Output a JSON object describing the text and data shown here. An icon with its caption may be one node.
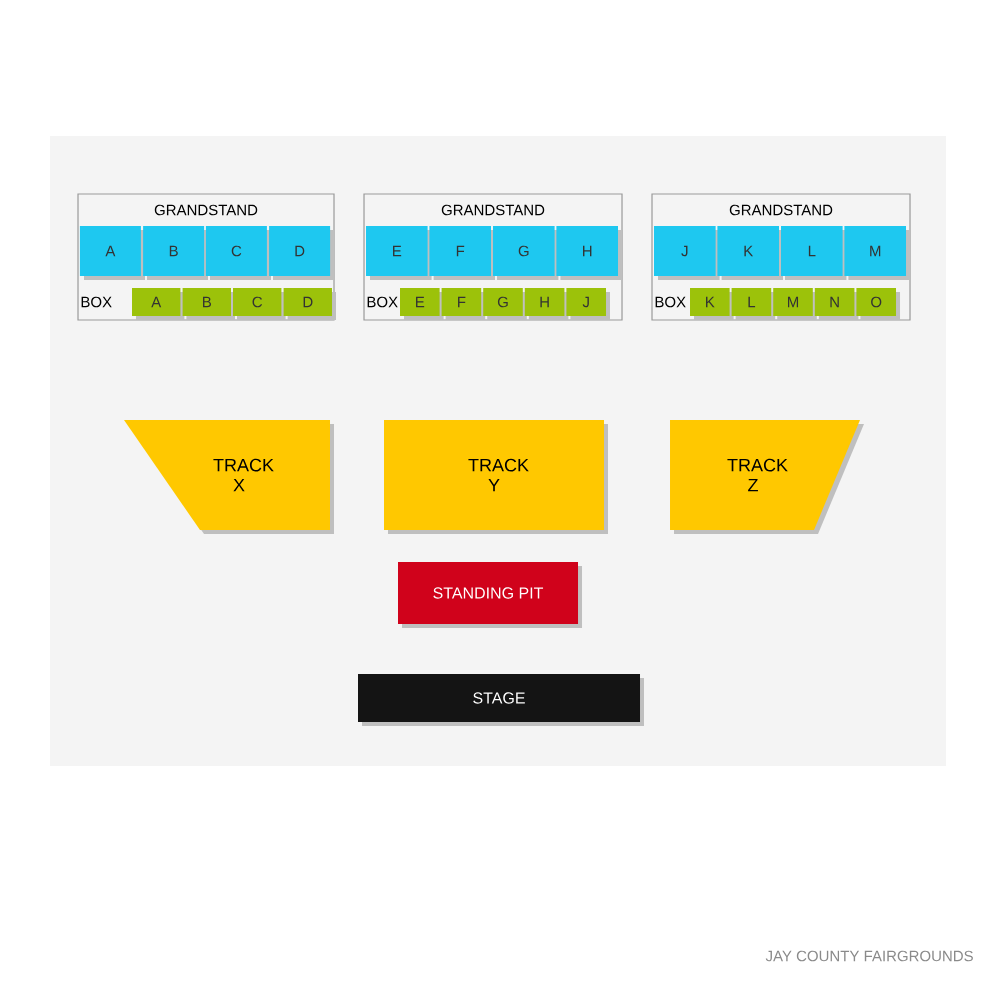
{
  "diagram": {
    "nodes": [
      {
        "text": [
          "GRANDSTAND",
          "BOX"
        ]
      },
      {
        "text": [
          "A"
        ],
        "in": 0
      },
      {
        "text": [
          "B"
        ],
        "in": 0
      },
      {
        "text": [
          "C"
        ],
        "in": 0
      },
      {
        "text": [
          "D"
        ],
        "in": 0
      },
      {
        "text": [
          "A"
        ],
        "in": 0
      },
      {
        "text": [
          "B"
        ],
        "in": 0
      },
      {
        "text": [
          "C"
        ],
        "in": 0
      },
      {
        "text": [
          "D"
        ],
        "in": 0
      },
      {
        "text": [
          "GRANDSTAND",
          "BOX"
        ]
      },
      {
        "text": [
          "E"
        ],
        "in": 9
      },
      {
        "text": [
          "F"
        ],
        "in": 9
      },
      {
        "text": [
          "G"
        ],
        "in": 9
      },
      {
        "text": [
          "H"
        ],
        "in": 9
      },
      {
        "text": [
          "E"
        ],
        "in": 9
      },
      {
        "text": [
          "F"
        ],
        "in": 9
      },
      {
        "text": [
          "G"
        ],
        "in": 9
      },
      {
        "text": [
          "H"
        ],
        "in": 9
      },
      {
        "text": [
          "J"
        ],
        "in": 9
      },
      {
        "text": [
          "GRANDSTAND",
          "BOX"
        ]
      },
      {
        "text": [
          "J"
        ],
        "in": 19
      },
      {
        "text": [
          "K"
        ],
        "in": 19
      },
      {
        "text": [
          "L"
        ],
        "in": 19
      },
      {
        "text": [
          "M"
        ],
        "in": 19
      },
      {
        "text": [
          "K"
        ],
        "in": 19
      },
      {
        "text": [
          "L"
        ],
        "in": 19
      },
      {
        "text": [
          "M"
        ],
        "in": 19
      },
      {
        "text": [
          "N"
        ],
        "in": 19
      },
      {
        "text": [
          "O"
        ],
        "in": 19
      },
      {
        "text": [
          "TRACK X"
        ]
      },
      {
        "text": [
          "TRACK Y"
        ]
      },
      {
        "text": [
          "TRACK Z"
        ]
      },
      {
        "text": [
          "STANDING PIT"
        ]
      },
      {
        "text": [
          "STAGE"
        ]
      }
    ],
    "labels": [
      "JAY COUNTY FAIRGROUNDS"
    ]
  }
}
